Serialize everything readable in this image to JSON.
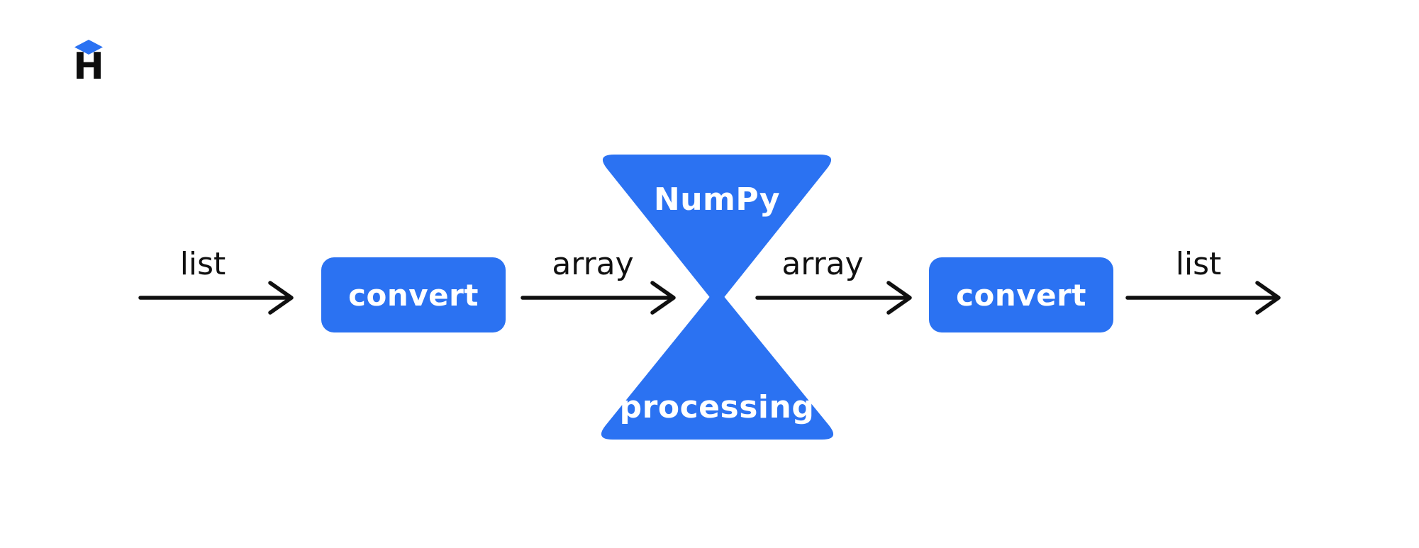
{
  "logo": {
    "letter": "H"
  },
  "colors": {
    "accent_blue": "#2B72F2",
    "ink": "#101010",
    "background": "#ffffff",
    "button_text": "#ffffff"
  },
  "diagram": {
    "flow_labels": [
      {
        "label": "list"
      },
      {
        "label": "array"
      },
      {
        "label": "array"
      },
      {
        "label": "list"
      }
    ],
    "buttons": [
      {
        "label": "convert"
      },
      {
        "label": "convert"
      }
    ],
    "hourglass": {
      "top_label": "NumPy",
      "bottom_label": "processing"
    }
  }
}
